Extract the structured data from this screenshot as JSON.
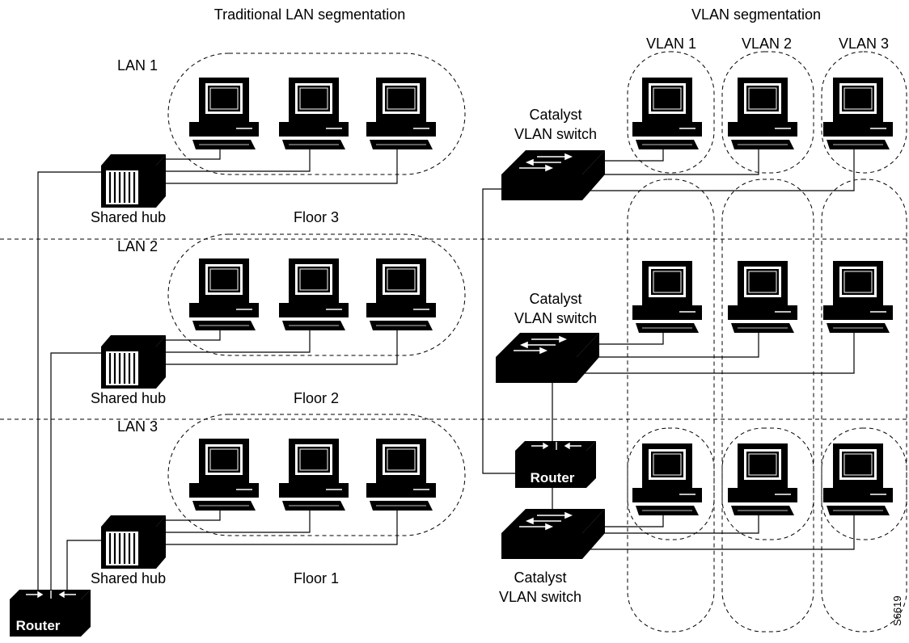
{
  "titles": {
    "left": "Traditional LAN segmentation",
    "right": "VLAN segmentation"
  },
  "vlans": [
    "VLAN 1",
    "VLAN 2",
    "VLAN 3"
  ],
  "lans": [
    "LAN 1",
    "LAN 2",
    "LAN 3"
  ],
  "floors": [
    "Floor 3",
    "Floor 2",
    "Floor 1"
  ],
  "hub_label": "Shared hub",
  "switch_label_line1": "Catalyst",
  "switch_label_line2": "VLAN switch",
  "router_label": "Router",
  "figure_id": "S6619"
}
